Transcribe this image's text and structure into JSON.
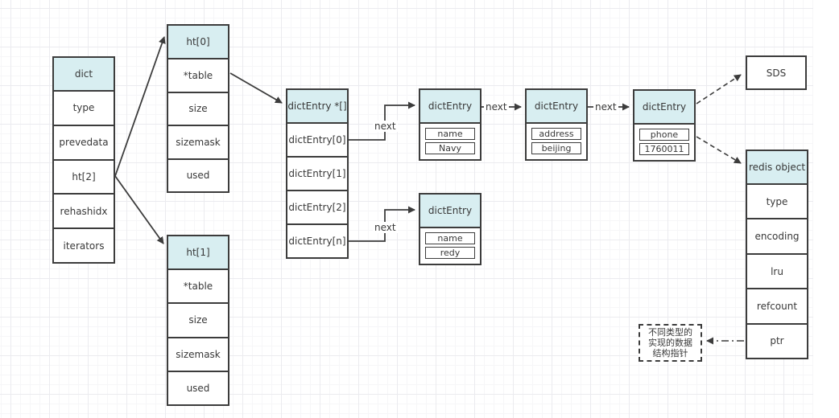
{
  "colors": {
    "header_fill": "#d8eef1",
    "border": "#3c3c3c",
    "text": "#383838",
    "background": "#ffffff",
    "grid_minor": "#f6f6f8",
    "grid_major": "#ebebef"
  },
  "labels": {
    "next": "next"
  },
  "boxes": {
    "dict": {
      "title": "dict",
      "rows": [
        "type",
        "prevedata",
        "ht[2]",
        "rehashidx",
        "iterators"
      ]
    },
    "ht0": {
      "title": "ht[0]",
      "rows": [
        "*table",
        "size",
        "sizemask",
        "used"
      ]
    },
    "ht1": {
      "title": "ht[1]",
      "rows": [
        "*table",
        "size",
        "sizemask",
        "used"
      ]
    },
    "bucket_array": {
      "title": "dictEntry *[]",
      "rows": [
        "dictEntry[0]",
        "dictEntry[1]",
        "dictEntry[2]",
        "dictEntry[n]"
      ]
    },
    "entry_name_navy": {
      "title": "dictEntry",
      "key": "name",
      "value": "Navy"
    },
    "entry_address_beijing": {
      "title": "dictEntry",
      "key": "address",
      "value": "beijing"
    },
    "entry_phone": {
      "title": "dictEntry",
      "key": "phone",
      "value": "1760011"
    },
    "entry_name_redy": {
      "title": "dictEntry",
      "key": "name",
      "value": "redy"
    },
    "sds": {
      "title": "SDS"
    },
    "redis_object": {
      "title": "redis object",
      "rows": [
        "type",
        "encoding",
        "lru",
        "refcount",
        "ptr"
      ]
    },
    "note": {
      "lines": [
        "不同类型的",
        "实现的数据",
        "结构指针"
      ]
    }
  }
}
